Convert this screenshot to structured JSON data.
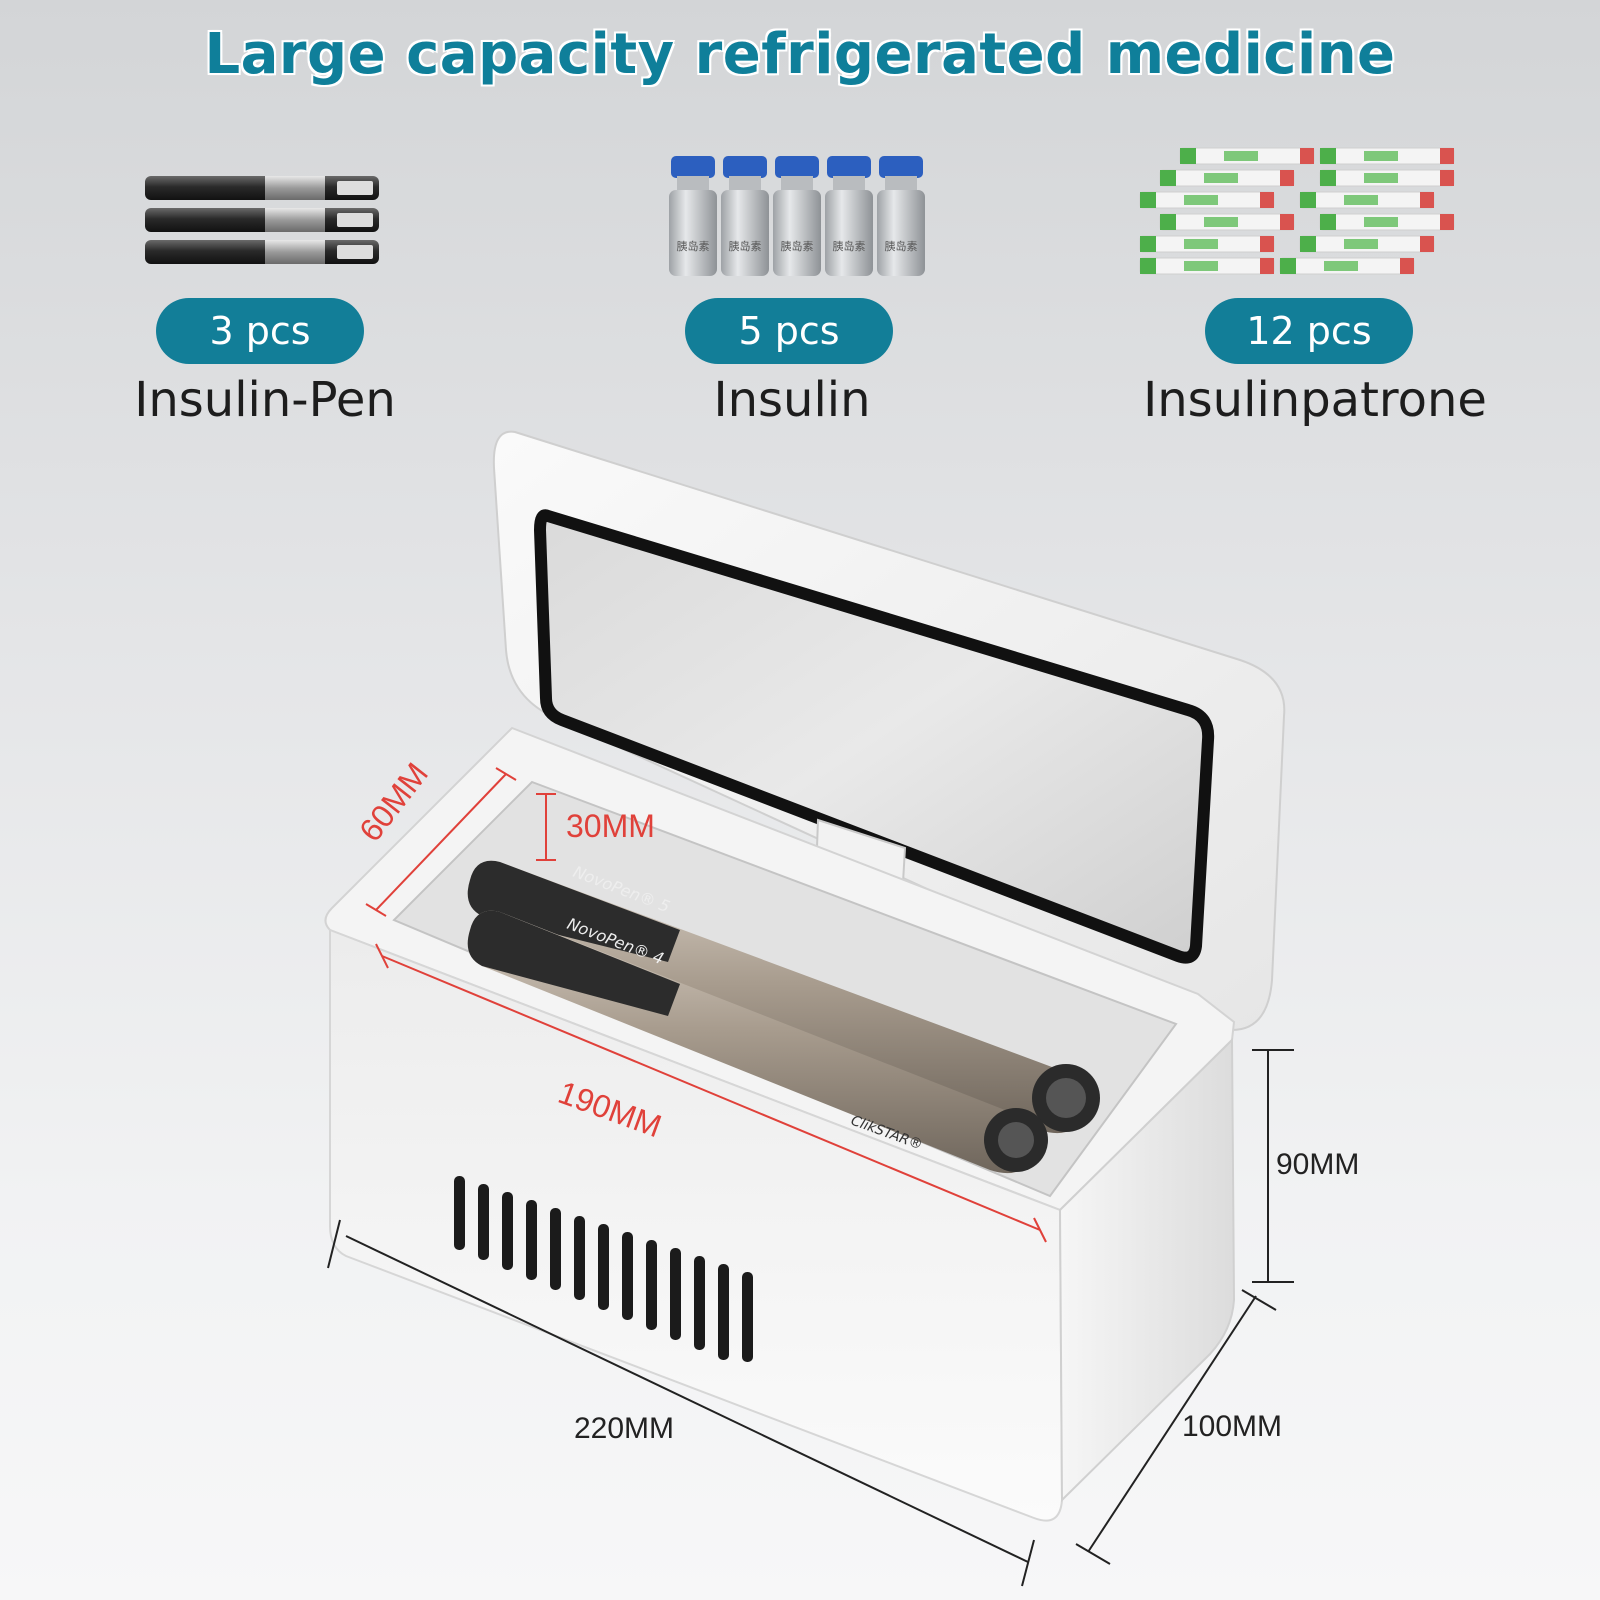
{
  "headline": "Large capacity refrigerated medicine",
  "items": [
    {
      "count": "3 pcs",
      "label": "Insulin-Pen"
    },
    {
      "count": "5 pcs",
      "label": "Insulin"
    },
    {
      "count": "12 pcs",
      "label": "Insulinpatrone"
    }
  ],
  "dimensions": {
    "inner_width": "60MM",
    "inner_height": "30MM",
    "inner_length": "190MM",
    "height": "90MM",
    "length": "220MM",
    "depth": "100MM"
  },
  "pen_text": {
    "novopen5": "NovoPen® 5",
    "novopen4": "NovoPen® 4",
    "clikstar": "ClikSTAR®"
  },
  "vial_text": "胰岛素",
  "colors": {
    "accent": "#127e98",
    "headline": "#0f7f9a",
    "dimension_red": "#e0413a"
  }
}
